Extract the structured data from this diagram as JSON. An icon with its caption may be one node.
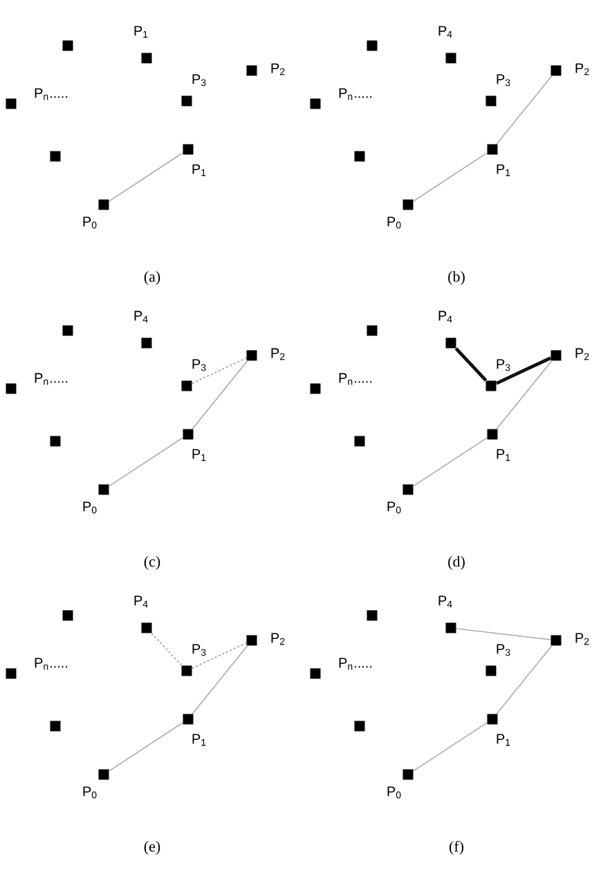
{
  "diagram": {
    "nodes": [
      {
        "text": [],
        "shape": "box"
      },
      {
        "text": [],
        "shape": "box",
        "beside": [
          "P$_{1}$"
        ]
      },
      {
        "text": [],
        "shape": "box",
        "beside": [
          "P$_{2}$"
        ]
      },
      {
        "text": [],
        "shape": "box",
        "beside": [
          "P$_{n}$....."
        ]
      },
      {
        "text": [],
        "shape": "box",
        "beside": [
          "P$_{3}$"
        ]
      },
      {
        "text": [],
        "shape": "box"
      },
      {
        "text": [],
        "shape": "box",
        "beside": [
          "P$_{1}$"
        ]
      },
      {
        "text": [],
        "shape": "box",
        "beside": [
          "P$_{0}$"
        ]
      },
      {
        "text": [],
        "shape": "box"
      },
      {
        "text": [],
        "shape": "box",
        "beside": [
          "P$_{4}$"
        ]
      },
      {
        "text": [],
        "shape": "box",
        "beside": [
          "P$_{2}$"
        ]
      },
      {
        "text": [],
        "shape": "box",
        "beside": [
          "P$_{n}$....."
        ]
      },
      {
        "text": [],
        "shape": "box",
        "beside": [
          "P$_{3}$"
        ]
      },
      {
        "text": [],
        "shape": "box"
      },
      {
        "text": [],
        "shape": "box",
        "beside": [
          "P$_{1}$"
        ]
      },
      {
        "text": [],
        "shape": "box",
        "beside": [
          "P$_{0}$"
        ]
      },
      {
        "text": [],
        "shape": "box"
      },
      {
        "text": [],
        "shape": "box",
        "beside": [
          "P$_{4}$"
        ]
      },
      {
        "text": [],
        "shape": "box",
        "beside": [
          "P$_{2}$"
        ]
      },
      {
        "text": [],
        "shape": "box",
        "beside": [
          "P$_{n}$....."
        ]
      },
      {
        "text": [],
        "shape": "box",
        "beside": [
          "P$_{3}$"
        ]
      },
      {
        "text": [],
        "shape": "box"
      },
      {
        "text": [],
        "shape": "box",
        "beside": [
          "P$_{1}$"
        ]
      },
      {
        "text": [],
        "shape": "box",
        "beside": [
          "P$_{0}$"
        ]
      },
      {
        "text": [],
        "shape": "box"
      },
      {
        "text": [],
        "shape": "box",
        "beside": [
          "P$_{4}$"
        ]
      },
      {
        "text": [],
        "shape": "box",
        "beside": [
          "P$_{2}$"
        ]
      },
      {
        "text": [],
        "shape": "box",
        "beside": [
          "P$_{n}$....."
        ]
      },
      {
        "text": [],
        "shape": "box",
        "beside": [
          "P$_{3}$"
        ]
      },
      {
        "text": [],
        "shape": "box"
      },
      {
        "text": [],
        "shape": "box",
        "beside": [
          "P$_{1}$"
        ]
      },
      {
        "text": [],
        "shape": "box",
        "beside": [
          "P$_{0}$"
        ]
      },
      {
        "text": [],
        "shape": "box"
      },
      {
        "text": [],
        "shape": "box",
        "beside": [
          "P$_{4}$"
        ]
      },
      {
        "text": [],
        "shape": "box",
        "beside": [
          "P$_{2}$"
        ]
      },
      {
        "text": [],
        "shape": "box",
        "beside": [
          "P$_{n}$....."
        ]
      },
      {
        "text": [],
        "shape": "box",
        "beside": [
          "P$_{3}$"
        ]
      },
      {
        "text": [],
        "shape": "box"
      },
      {
        "text": [],
        "shape": "box",
        "beside": [
          "P$_{1}$"
        ]
      },
      {
        "text": [],
        "shape": "box",
        "beside": [
          "P$_{0}$"
        ]
      },
      {
        "text": [],
        "shape": "box"
      },
      {
        "text": [],
        "shape": "box",
        "beside": [
          "P$_{4}$"
        ]
      },
      {
        "text": [],
        "shape": "box",
        "beside": [
          "P$_{2}$"
        ]
      },
      {
        "text": [],
        "shape": "box",
        "beside": [
          "P$_{n}$....."
        ]
      },
      {
        "text": [],
        "shape": "box",
        "beside": [
          "P$_{3}$"
        ]
      },
      {
        "text": [],
        "shape": "box"
      },
      {
        "text": [],
        "shape": "box",
        "beside": [
          "P$_{1}$"
        ]
      },
      {
        "text": [],
        "shape": "box",
        "beside": [
          "P$_{0}$"
        ]
      }
    ],
    "edges": [
      {
        "from": 7,
        "to": 6,
        "arrow": "none"
      },
      {
        "from": 15,
        "to": 14,
        "arrow": "none"
      },
      {
        "from": 14,
        "to": 10,
        "arrow": "none"
      },
      {
        "from": 23,
        "to": 22,
        "arrow": "none"
      },
      {
        "from": 22,
        "to": 18,
        "arrow": "none"
      },
      {
        "from": 20,
        "to": 18,
        "arrow": "none",
        "style": "dashed"
      },
      {
        "from": 31,
        "to": 30,
        "arrow": "none"
      },
      {
        "from": 30,
        "to": 26,
        "arrow": "none"
      },
      {
        "from": 25,
        "to": 28,
        "arrow": "none",
        "style": "thick",
        "color": "#111111"
      },
      {
        "from": 28,
        "to": 26,
        "arrow": "none",
        "style": "thick",
        "color": "#111111"
      },
      {
        "from": 39,
        "to": 38,
        "arrow": "none"
      },
      {
        "from": 38,
        "to": 34,
        "arrow": "none"
      },
      {
        "from": 33,
        "to": 36,
        "arrow": "none",
        "style": "dashed"
      },
      {
        "from": 36,
        "to": 34,
        "arrow": "none",
        "style": "dashed"
      },
      {
        "from": 47,
        "to": 46,
        "arrow": "none"
      },
      {
        "from": 46,
        "to": 42,
        "arrow": "none"
      },
      {
        "from": 41,
        "to": 42,
        "arrow": "none"
      }
    ],
    "labels": [
      "(a)",
      "(b)",
      "(c)",
      "(d)",
      "(e)",
      "(f)"
    ]
  }
}
